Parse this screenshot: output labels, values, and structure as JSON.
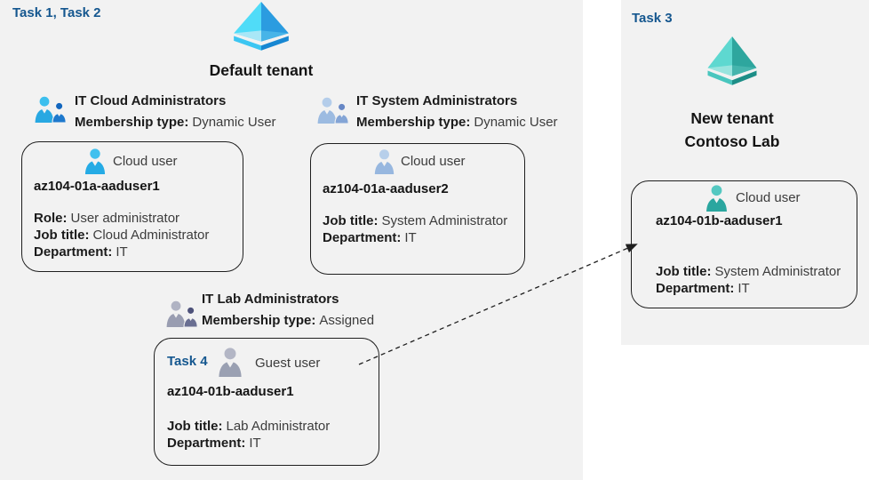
{
  "colors": {
    "panel_bg": "#f2f2f2",
    "task_label_blue": "#15578f",
    "text_primary": "#1b1b1b",
    "text_secondary": "#3c3c3c",
    "card_border": "#1f1f1f",
    "tenant_icon_blue": {
      "left_face": "#50dcf8",
      "right_face": "#2b9ce0",
      "base_left": "#3cc6f2",
      "base_right": "#1787d2"
    },
    "tenant_icon_teal": {
      "left_face": "#5ed8d0",
      "right_face": "#2ea69e",
      "base_left": "#49c6be",
      "base_right": "#1d8e87"
    },
    "cloud_user_bright_blue": "#25abe5",
    "cloud_user_muted_blue": "#97b7df",
    "guest_user_gray": "#9aa0b2",
    "cloud_user_teal": "#2aa69f"
  },
  "left": {
    "task_label": "Task 1, Task 2",
    "tenant_name": "Default tenant",
    "groups": [
      {
        "name": "IT Cloud Administrators",
        "membership_label": "Membership type:",
        "membership_value": "Dynamic User"
      },
      {
        "name": "IT System Administrators",
        "membership_label": "Membership type:",
        "membership_value": "Dynamic User"
      },
      {
        "name": "IT Lab Administrators",
        "membership_label": "Membership type:",
        "membership_value": "Assigned"
      }
    ],
    "cards": [
      {
        "user_type": "Cloud user",
        "username": "az104-01a-aaduser1",
        "fields": [
          {
            "label": "Role:",
            "value": "User administrator"
          },
          {
            "label": "Job title:",
            "value": "Cloud Administrator"
          },
          {
            "label": "Department:",
            "value": "IT"
          }
        ]
      },
      {
        "user_type": "Cloud user",
        "username": "az104-01a-aaduser2",
        "fields": [
          {
            "label": "Job title:",
            "value": "System Administrator"
          },
          {
            "label": "Department:",
            "value": "IT"
          }
        ]
      },
      {
        "task_label": "Task 4",
        "user_type": "Guest user",
        "username": "az104-01b-aaduser1",
        "fields": [
          {
            "label": "Job title:",
            "value": "Lab Administrator"
          },
          {
            "label": "Department:",
            "value": "IT"
          }
        ]
      }
    ]
  },
  "right": {
    "task_label": "Task 3",
    "tenant_name_line1": "New tenant",
    "tenant_name_line2": "Contoso Lab",
    "card": {
      "user_type": "Cloud user",
      "username": "az104-01b-aaduser1",
      "fields": [
        {
          "label": "Job title:",
          "value": "System Administrator"
        },
        {
          "label": "Department:",
          "value": "IT"
        }
      ]
    }
  }
}
